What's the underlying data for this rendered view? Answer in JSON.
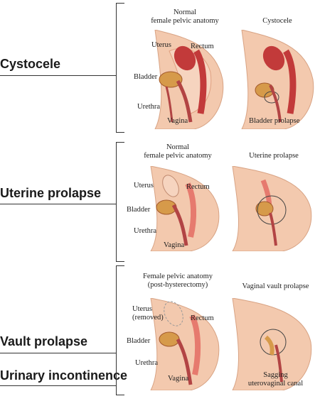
{
  "side_labels": {
    "cystocele": "Cystocele",
    "uterine_prolapse": "Uterine prolapse",
    "vault_prolapse": "Vault prolapse",
    "urinary_incontinence": "Urinary incontinence"
  },
  "panel1": {
    "left_caption": "Normal\nfemale pelvic anatomy",
    "right_caption": "Cystocele",
    "labels": {
      "uterus": "Uterus",
      "rectum": "Rectum",
      "bladder": "Bladder",
      "urethra": "Urethra",
      "vagina": "Vagina",
      "bladder_prolapse": "Bladder prolapse"
    }
  },
  "panel2": {
    "left_caption": "Normal\nfemale pelvic anatomy",
    "right_caption": "Uterine prolapse",
    "labels": {
      "uterus": "Uterus",
      "rectum": "Rectum",
      "bladder": "Bladder",
      "urethra": "Urethra",
      "vagina": "Vagina"
    }
  },
  "panel3": {
    "left_caption": "Female pelvic anatomy\n(post-hysterectomy)",
    "right_caption": "Vaginal vault prolapse",
    "labels": {
      "uterus": "Uterus\n(removed)",
      "rectum": "Rectum",
      "bladder": "Bladder",
      "urethra": "Urethra",
      "vagina": "Vagina",
      "sagging": "Sagging\nuterovaginal canal"
    }
  },
  "colors": {
    "skin": "#f3c9ae",
    "skin_dark": "#e3a583",
    "organ": "#c23a3a",
    "organ_light": "#e67a6e",
    "bladder": "#d69a4a",
    "line": "#333333"
  }
}
